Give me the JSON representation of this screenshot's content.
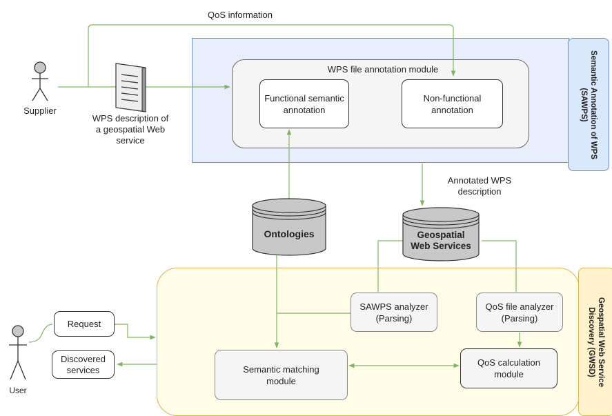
{
  "colors": {
    "edge": "#82b366",
    "sawps_fill": "#e8eefb",
    "sawps_stroke": "#6c8ebf",
    "sawps_label_fill": "#dae8fc",
    "gwsd_fill": "#fffde8",
    "gwsd_stroke": "#d6b656",
    "gwsd_label_fill": "#fff2cc",
    "module_fill": "#f5f5f5",
    "db_fill": "#c8c8c8"
  },
  "labels": {
    "qos_information": "QoS information",
    "supplier": "Supplier",
    "user": "User",
    "wps_description": "WPS description of\na geospatial Web\nservice",
    "annotated_wps": "Annotated WPS\ndescription"
  },
  "sawps": {
    "side_label": "Semantic Annotation of WPS\n(SAWPS)",
    "module_title": "WPS file annotation module",
    "functional": "Functional semantic\nannotation",
    "nonfunctional": "Non-functional\nannotation"
  },
  "databases": {
    "ontologies": "Ontologies",
    "geospatial": "Geospatial\nWeb Services"
  },
  "gwsd": {
    "side_label": "Geospatial Web Service\nDiscovery (GWSD)",
    "sawps_analyzer": "SAWPS analyzer\n(Parsing)",
    "qos_analyzer": "QoS file analyzer\n(Parsing)",
    "semantic_matching": "Semantic matching\nmodule",
    "qos_calculation": "QoS calculation\nmodule",
    "request": "Request",
    "discovered": "Discovered\nservices"
  },
  "icons": [
    "supplier-actor-icon",
    "user-actor-icon",
    "document-icon",
    "ontologies-database-icon",
    "geospatial-database-icon"
  ]
}
